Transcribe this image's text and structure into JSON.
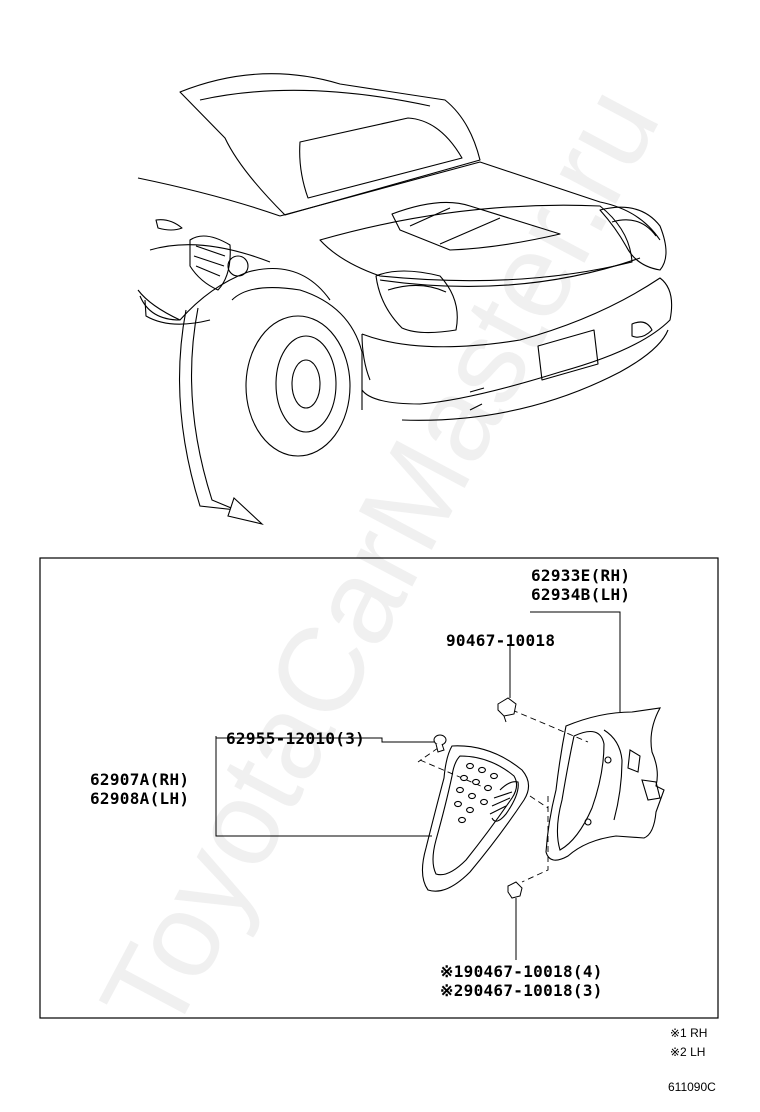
{
  "labels": {
    "panel_rh": "62933E(RH)",
    "panel_lh": "62934B(LH)",
    "clip_top": "90467-10018",
    "screw": "62955-12010(3)",
    "grille_rh": "62907A(RH)",
    "grille_lh": "62908A(LH)",
    "clip_bottom_1": "※190467-10018(4)",
    "clip_bottom_2": "※290467-10018(3)"
  },
  "legend": {
    "note_1": "※1 RH",
    "note_2": "※2 LH"
  },
  "diagram_code": "611090C",
  "watermark": "ToyotaCarMaster.ru"
}
